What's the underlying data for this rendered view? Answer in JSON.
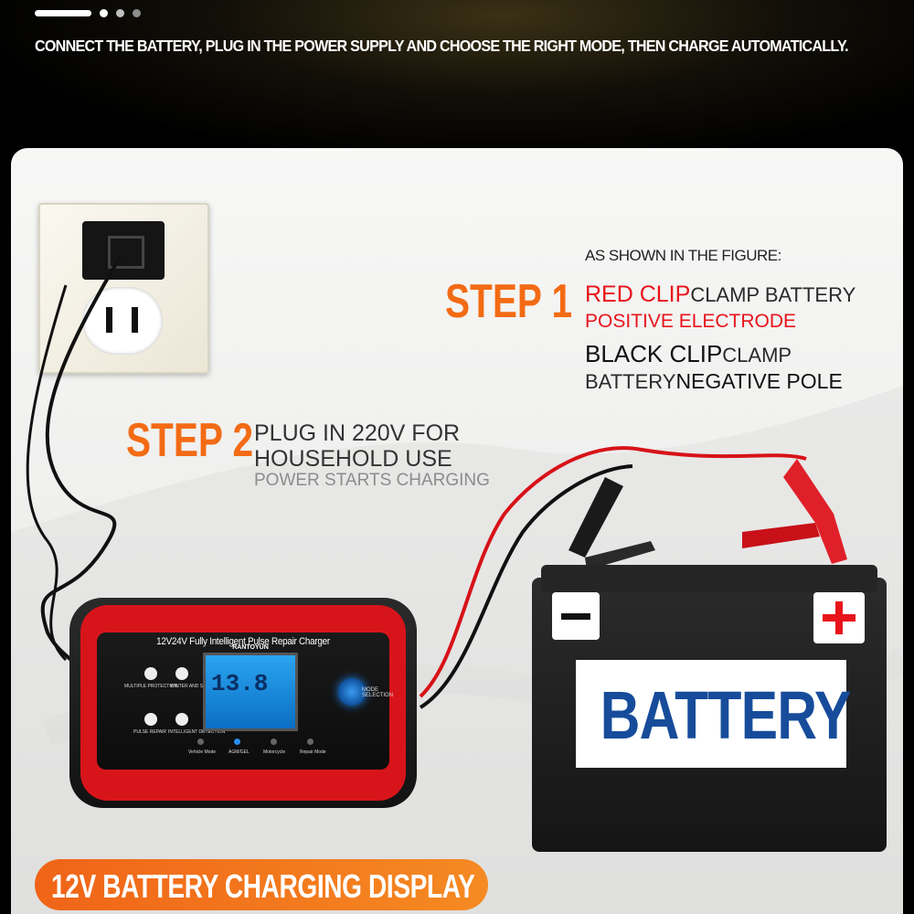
{
  "banner": {
    "headline": "CONNECT THE BATTERY, PLUG IN THE POWER SUPPLY AND CHOOSE THE RIGHT MODE, THEN CHARGE AUTOMATICALLY."
  },
  "step1": {
    "title": "STEP 1",
    "caption": "AS SHOWN IN THE FIGURE:",
    "red_clip": "RED CLIP",
    "red_rest": "CLAMP BATTERY",
    "red_line2": "POSITIVE ELECTRODE",
    "black_clip": "BLACK CLIP",
    "black_rest": "CLAMP",
    "black_line2a": "BATTERY",
    "black_line2b": "NEGATIVE POLE"
  },
  "step2": {
    "title": "STEP 2",
    "line1": "PLUG IN 220V FOR",
    "line2": "HOUSEHOLD USE",
    "line3": "POWER STARTS CHARGING"
  },
  "charger": {
    "title": "12V24V Fully Intelligent Pulse Repair Charger",
    "brand": "RANTOYUN",
    "display_value": "13.8",
    "mode_label": "MODE SELECTION",
    "labels": {
      "multiple_protection": "MULTIPLE PROTECTION",
      "winter_summer": "WINTER AND SUMMER",
      "pulse_repair": "PULSE REPAIR",
      "intelligent_detection": "INTELLIGENT DETECTION",
      "vehicle_mode": "Vehicle Mode",
      "agm_gel": "AGM/GEL",
      "motorcycle": "Motorcycle",
      "repair_mode": "Repair Mode"
    }
  },
  "battery": {
    "label": "BATTERY",
    "minus": "−",
    "plus": "+"
  },
  "footer": {
    "pill": "12V BATTERY CHARGING DISPLAY"
  },
  "colors": {
    "accent_orange": "#f36b15",
    "red": "#e8141b",
    "battery_blue": "#174c9b"
  }
}
